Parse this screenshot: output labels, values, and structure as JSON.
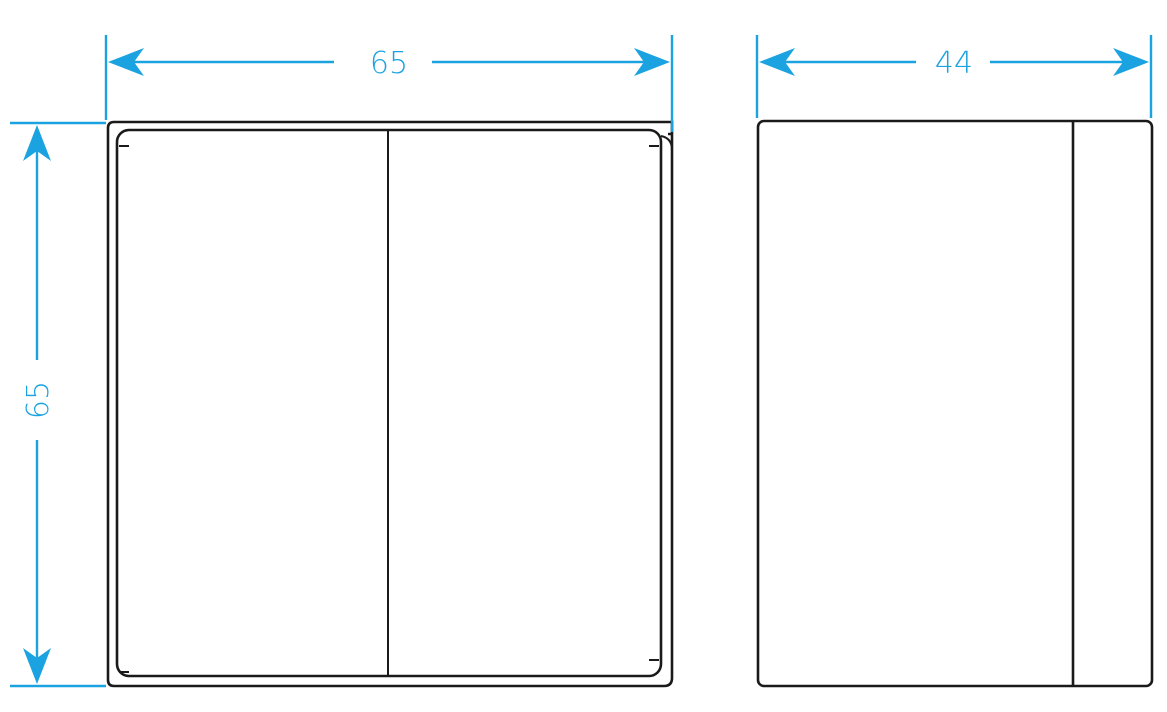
{
  "dimensions": {
    "front_width": "65",
    "front_height": "65",
    "side_width": "44"
  },
  "colors": {
    "dimension": "#1aa3e0",
    "outline": "#1a1a1a",
    "background": "#ffffff"
  }
}
